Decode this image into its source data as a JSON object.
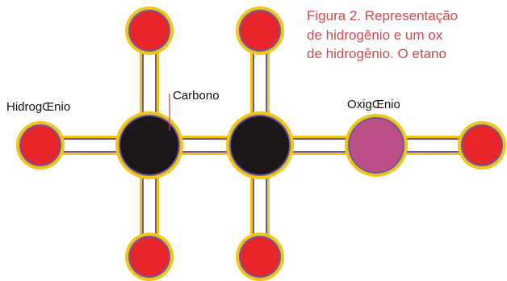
{
  "caption": {
    "lines": [
      "Figura 2. Representação",
      "de hidrogênio e um ox",
      "de hidrogênio. O etano"
    ]
  },
  "labels": {
    "hydrogen": "HidrogŒnio",
    "carbon": "Carbono",
    "oxygen": "OxigŒnio"
  },
  "colors": {
    "hydrogen": "#e8252b",
    "carbon": "#1c1718",
    "oxygen": "#bb4f86",
    "outline": "#f2c318",
    "inner_outline": "#6a5a9e",
    "bond": "#ffffff",
    "caption_text": "#d4474a",
    "pointer_line": "#d4474a"
  }
}
